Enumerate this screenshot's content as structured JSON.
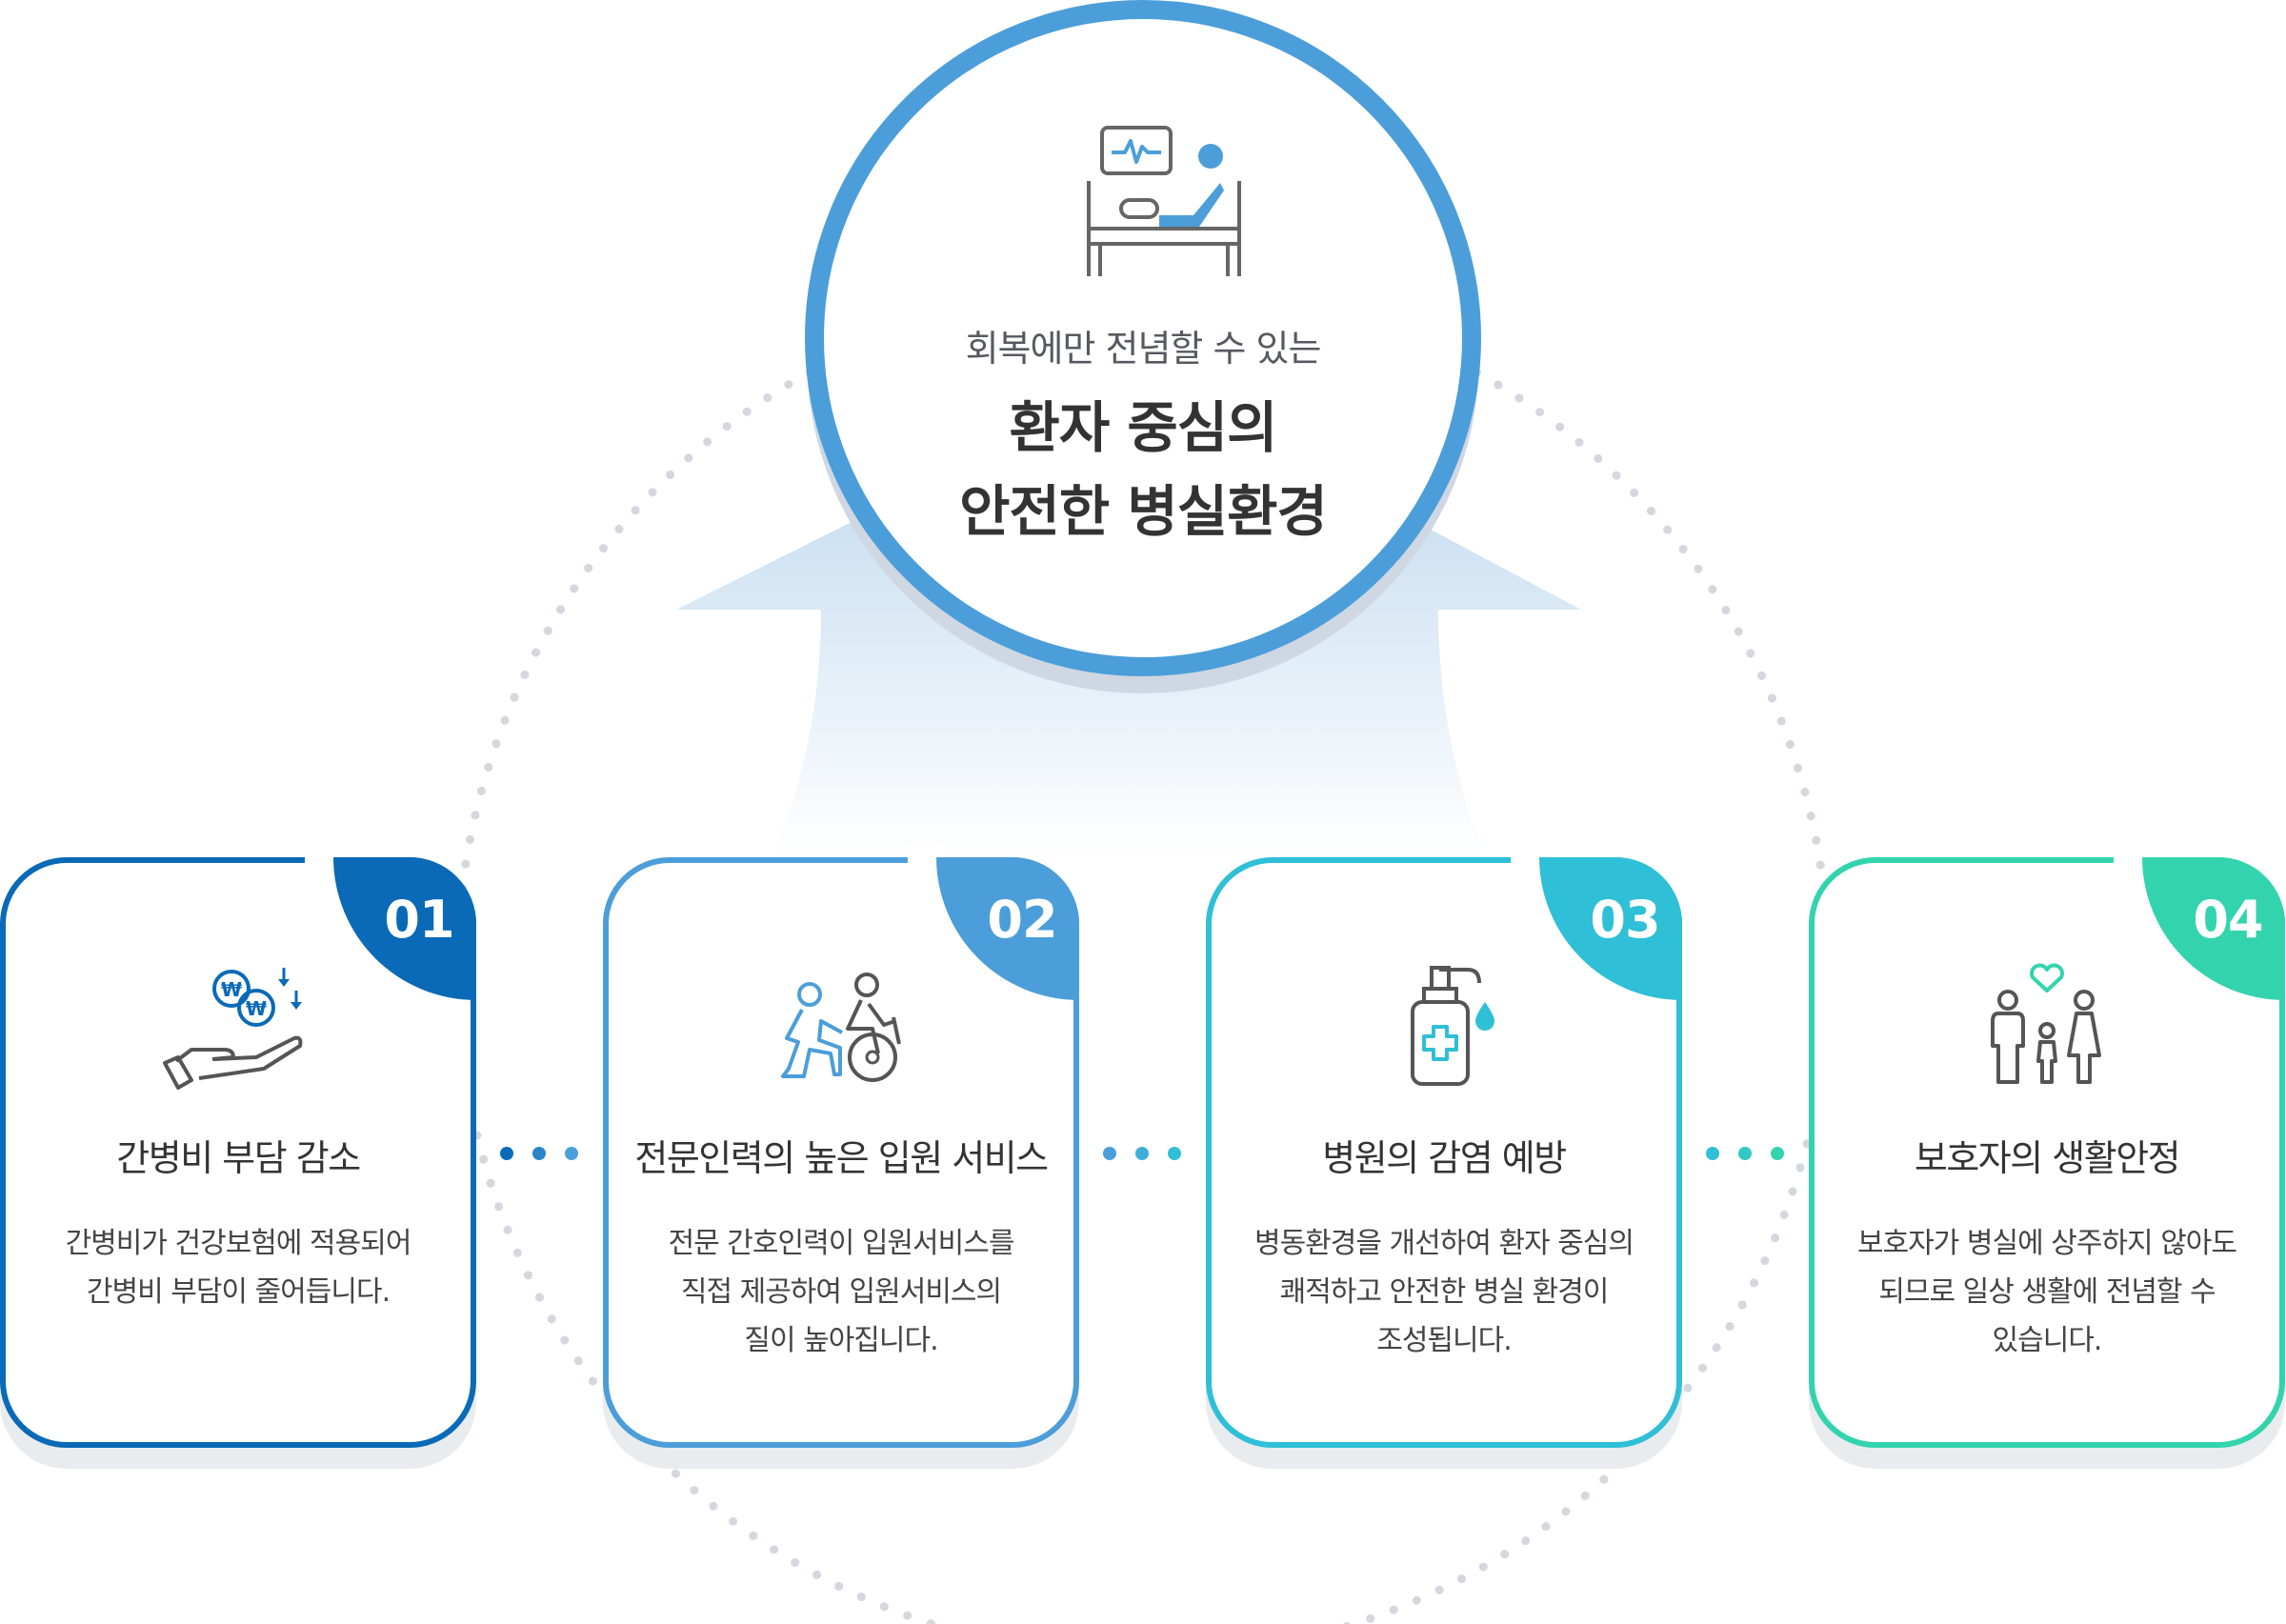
{
  "center": {
    "subtitle": "회복에만 전념할 수 있는",
    "title_line1": "환자 중심의",
    "title_line2": "안전한 병실환경",
    "icon": "hospital-bed-monitor-icon"
  },
  "colors": {
    "card1": "#0a6ab7",
    "card2": "#4b9ed9",
    "card3": "#2fbfd6",
    "card4": "#33d4ad",
    "center_ring": "#4b9ed9"
  },
  "cards": [
    {
      "num": "01",
      "title": "간병비 부담 감소",
      "desc_line1": "간병비가 건강보험에 적용되어",
      "desc_line2": "간병비 부담이 줄어듭니다.",
      "desc_line3": "",
      "icon": "coins-hand-icon"
    },
    {
      "num": "02",
      "title": "전문인력의 높은 입원 서비스",
      "desc_line1": "전문 간호인력이 입원서비스를",
      "desc_line2": "직접 제공하여 입원서비스의",
      "desc_line3": "질이 높아집니다.",
      "icon": "caregiver-wheelchair-icon"
    },
    {
      "num": "03",
      "title": "병원의 감염 예방",
      "desc_line1": "병동환경을 개선하여 환자 중심의",
      "desc_line2": "쾌적하고 안전한 병실 환경이",
      "desc_line3": "조성됩니다.",
      "icon": "sanitizer-bottle-icon"
    },
    {
      "num": "04",
      "title": "보호자의 생활안정",
      "desc_line1": "보호자가 병실에 상주하지 않아도",
      "desc_line2": "되므로 일상 생활에 전념할 수",
      "desc_line3": "있습니다.",
      "icon": "family-heart-icon"
    }
  ]
}
